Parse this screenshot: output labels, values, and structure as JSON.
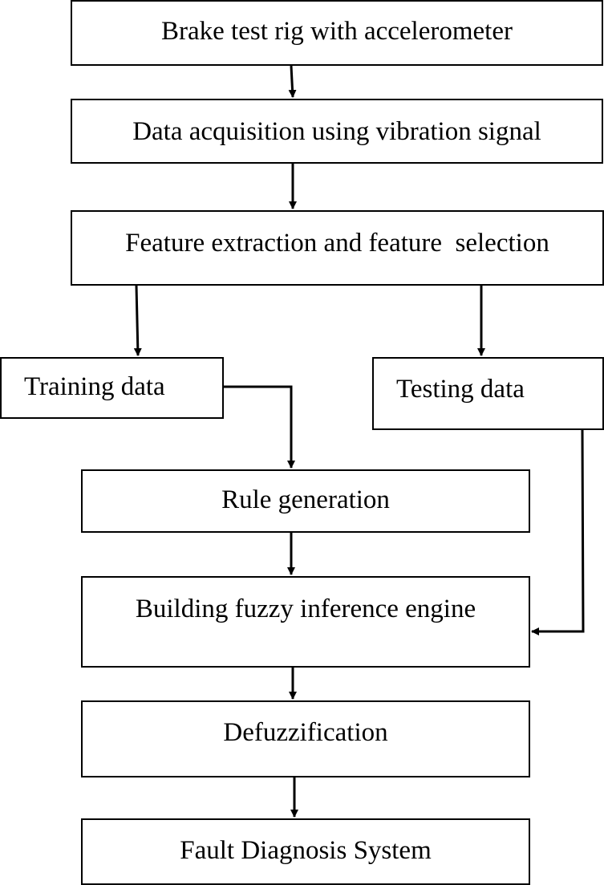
{
  "flowchart": {
    "boxes": {
      "brake_test_rig": "Brake test rig with accelerometer",
      "data_acquisition": "Data acquisition using vibration signal",
      "feature_extraction": "Feature extraction and feature  selection",
      "training_data": "Training data",
      "testing_data": "Testing data",
      "rule_generation": "Rule generation",
      "fuzzy_inference": "Building fuzzy inference engine",
      "defuzzification": "Defuzzification",
      "fault_diagnosis": "Fault Diagnosis System"
    },
    "connections": [
      {
        "from": "brake_test_rig",
        "to": "data_acquisition"
      },
      {
        "from": "data_acquisition",
        "to": "feature_extraction"
      },
      {
        "from": "feature_extraction",
        "to": "training_data"
      },
      {
        "from": "feature_extraction",
        "to": "testing_data"
      },
      {
        "from": "training_data",
        "to": "rule_generation"
      },
      {
        "from": "rule_generation",
        "to": "fuzzy_inference"
      },
      {
        "from": "testing_data",
        "to": "fuzzy_inference"
      },
      {
        "from": "fuzzy_inference",
        "to": "defuzzification"
      },
      {
        "from": "defuzzification",
        "to": "fault_diagnosis"
      }
    ],
    "colors": {
      "line": "#000000",
      "background": "#ffffff"
    }
  }
}
